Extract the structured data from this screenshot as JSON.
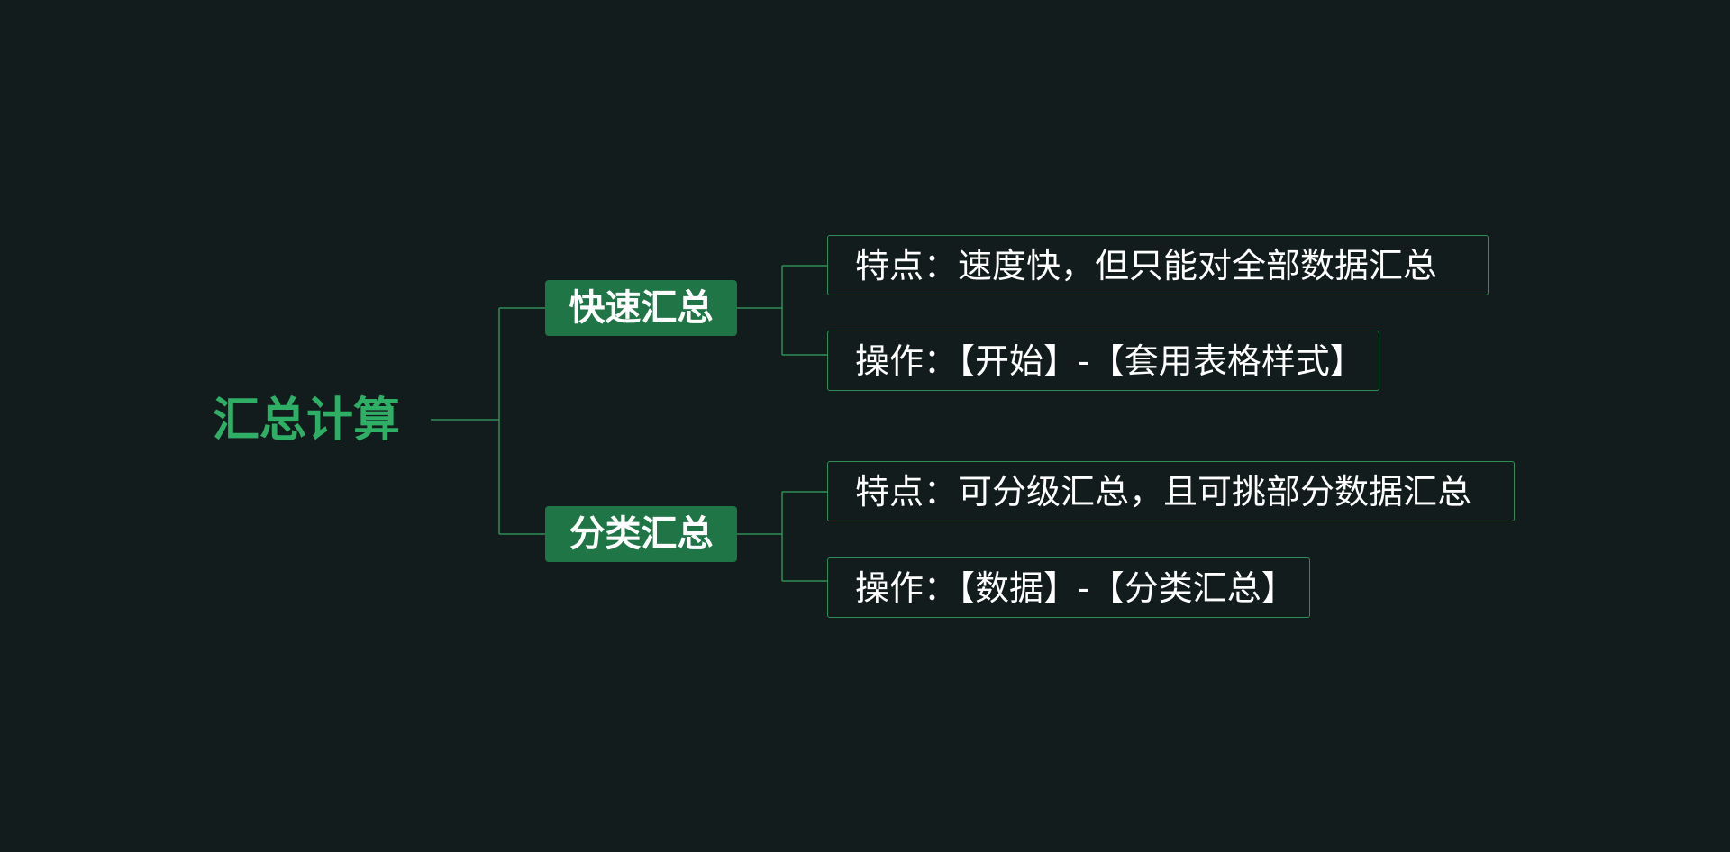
{
  "colors": {
    "background": "#131c1c",
    "root_text": "#2fae66",
    "branch_fill": "#1f7545",
    "connector": "#2f8d57",
    "leaf_border": "#2f8d57",
    "text": "#ffffff"
  },
  "root": {
    "label": "汇总计算"
  },
  "branches": [
    {
      "label": "快速汇总",
      "children": [
        {
          "label": "特点：速度快，但只能对全部数据汇总"
        },
        {
          "label": "操作：【开始】-【套用表格样式】"
        }
      ]
    },
    {
      "label": "分类汇总",
      "children": [
        {
          "label": "特点：可分级汇总，且可挑部分数据汇总"
        },
        {
          "label": "操作：【数据】-【分类汇总】"
        }
      ]
    }
  ]
}
